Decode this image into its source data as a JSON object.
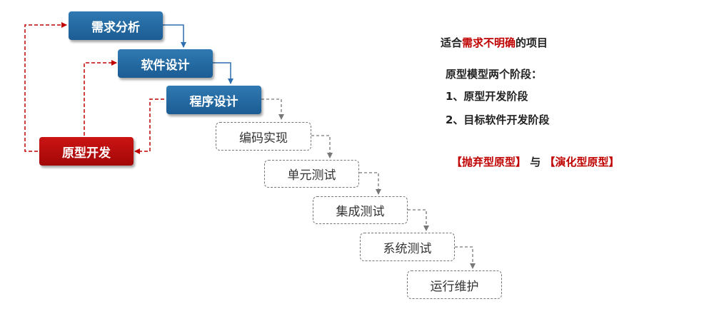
{
  "boxes": {
    "requirements": "需求分析",
    "software_design": "软件设计",
    "program_design": "程序设计",
    "prototype_dev": "原型开发",
    "coding": "编码实现",
    "unit_test": "单元测试",
    "integration_test": "集成测试",
    "system_test": "系统测试",
    "maintenance": "运行维护"
  },
  "notes": {
    "suited_prefix": "适合",
    "suited_highlight": "需求不明确",
    "suited_suffix": "的项目",
    "stages_title": "原型模型两个阶段：",
    "stage_1": "1、原型开发阶段",
    "stage_2": "2、目标软件开发阶段",
    "type_throwaway": "【抛弃型原型】",
    "type_and": " 与 ",
    "type_evolutionary": "【演化型原型】"
  },
  "colors": {
    "blue_box": "#1f6aa5",
    "red_box": "#b00a0a",
    "solid_arrow": "#2f6fb0",
    "red_dashed_arrow": "#c00000",
    "gray_dashed_arrow": "#777777",
    "highlight_text": "#c00000"
  }
}
